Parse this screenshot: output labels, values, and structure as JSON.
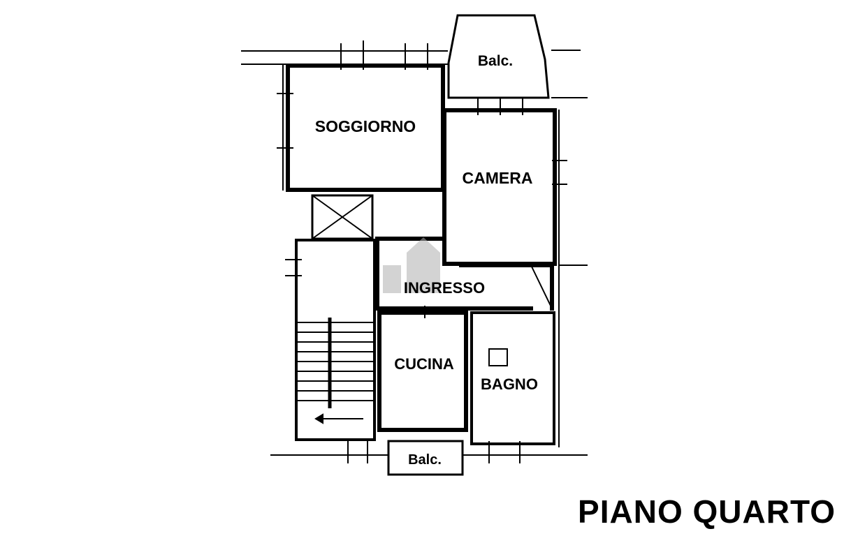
{
  "floor_plan": {
    "title": "PIANO QUARTO",
    "rooms": {
      "balcony_top": "Balc.",
      "soggiorno": "SOGGIORNO",
      "camera": "CAMERA",
      "ingresso": "INGRESSO",
      "cucina": "CUCINA",
      "bagno": "BAGNO",
      "balcony_bottom": "Balc."
    }
  },
  "colors": {
    "line": "#000000",
    "background": "#ffffff",
    "watermark": "#b0b0b0"
  }
}
